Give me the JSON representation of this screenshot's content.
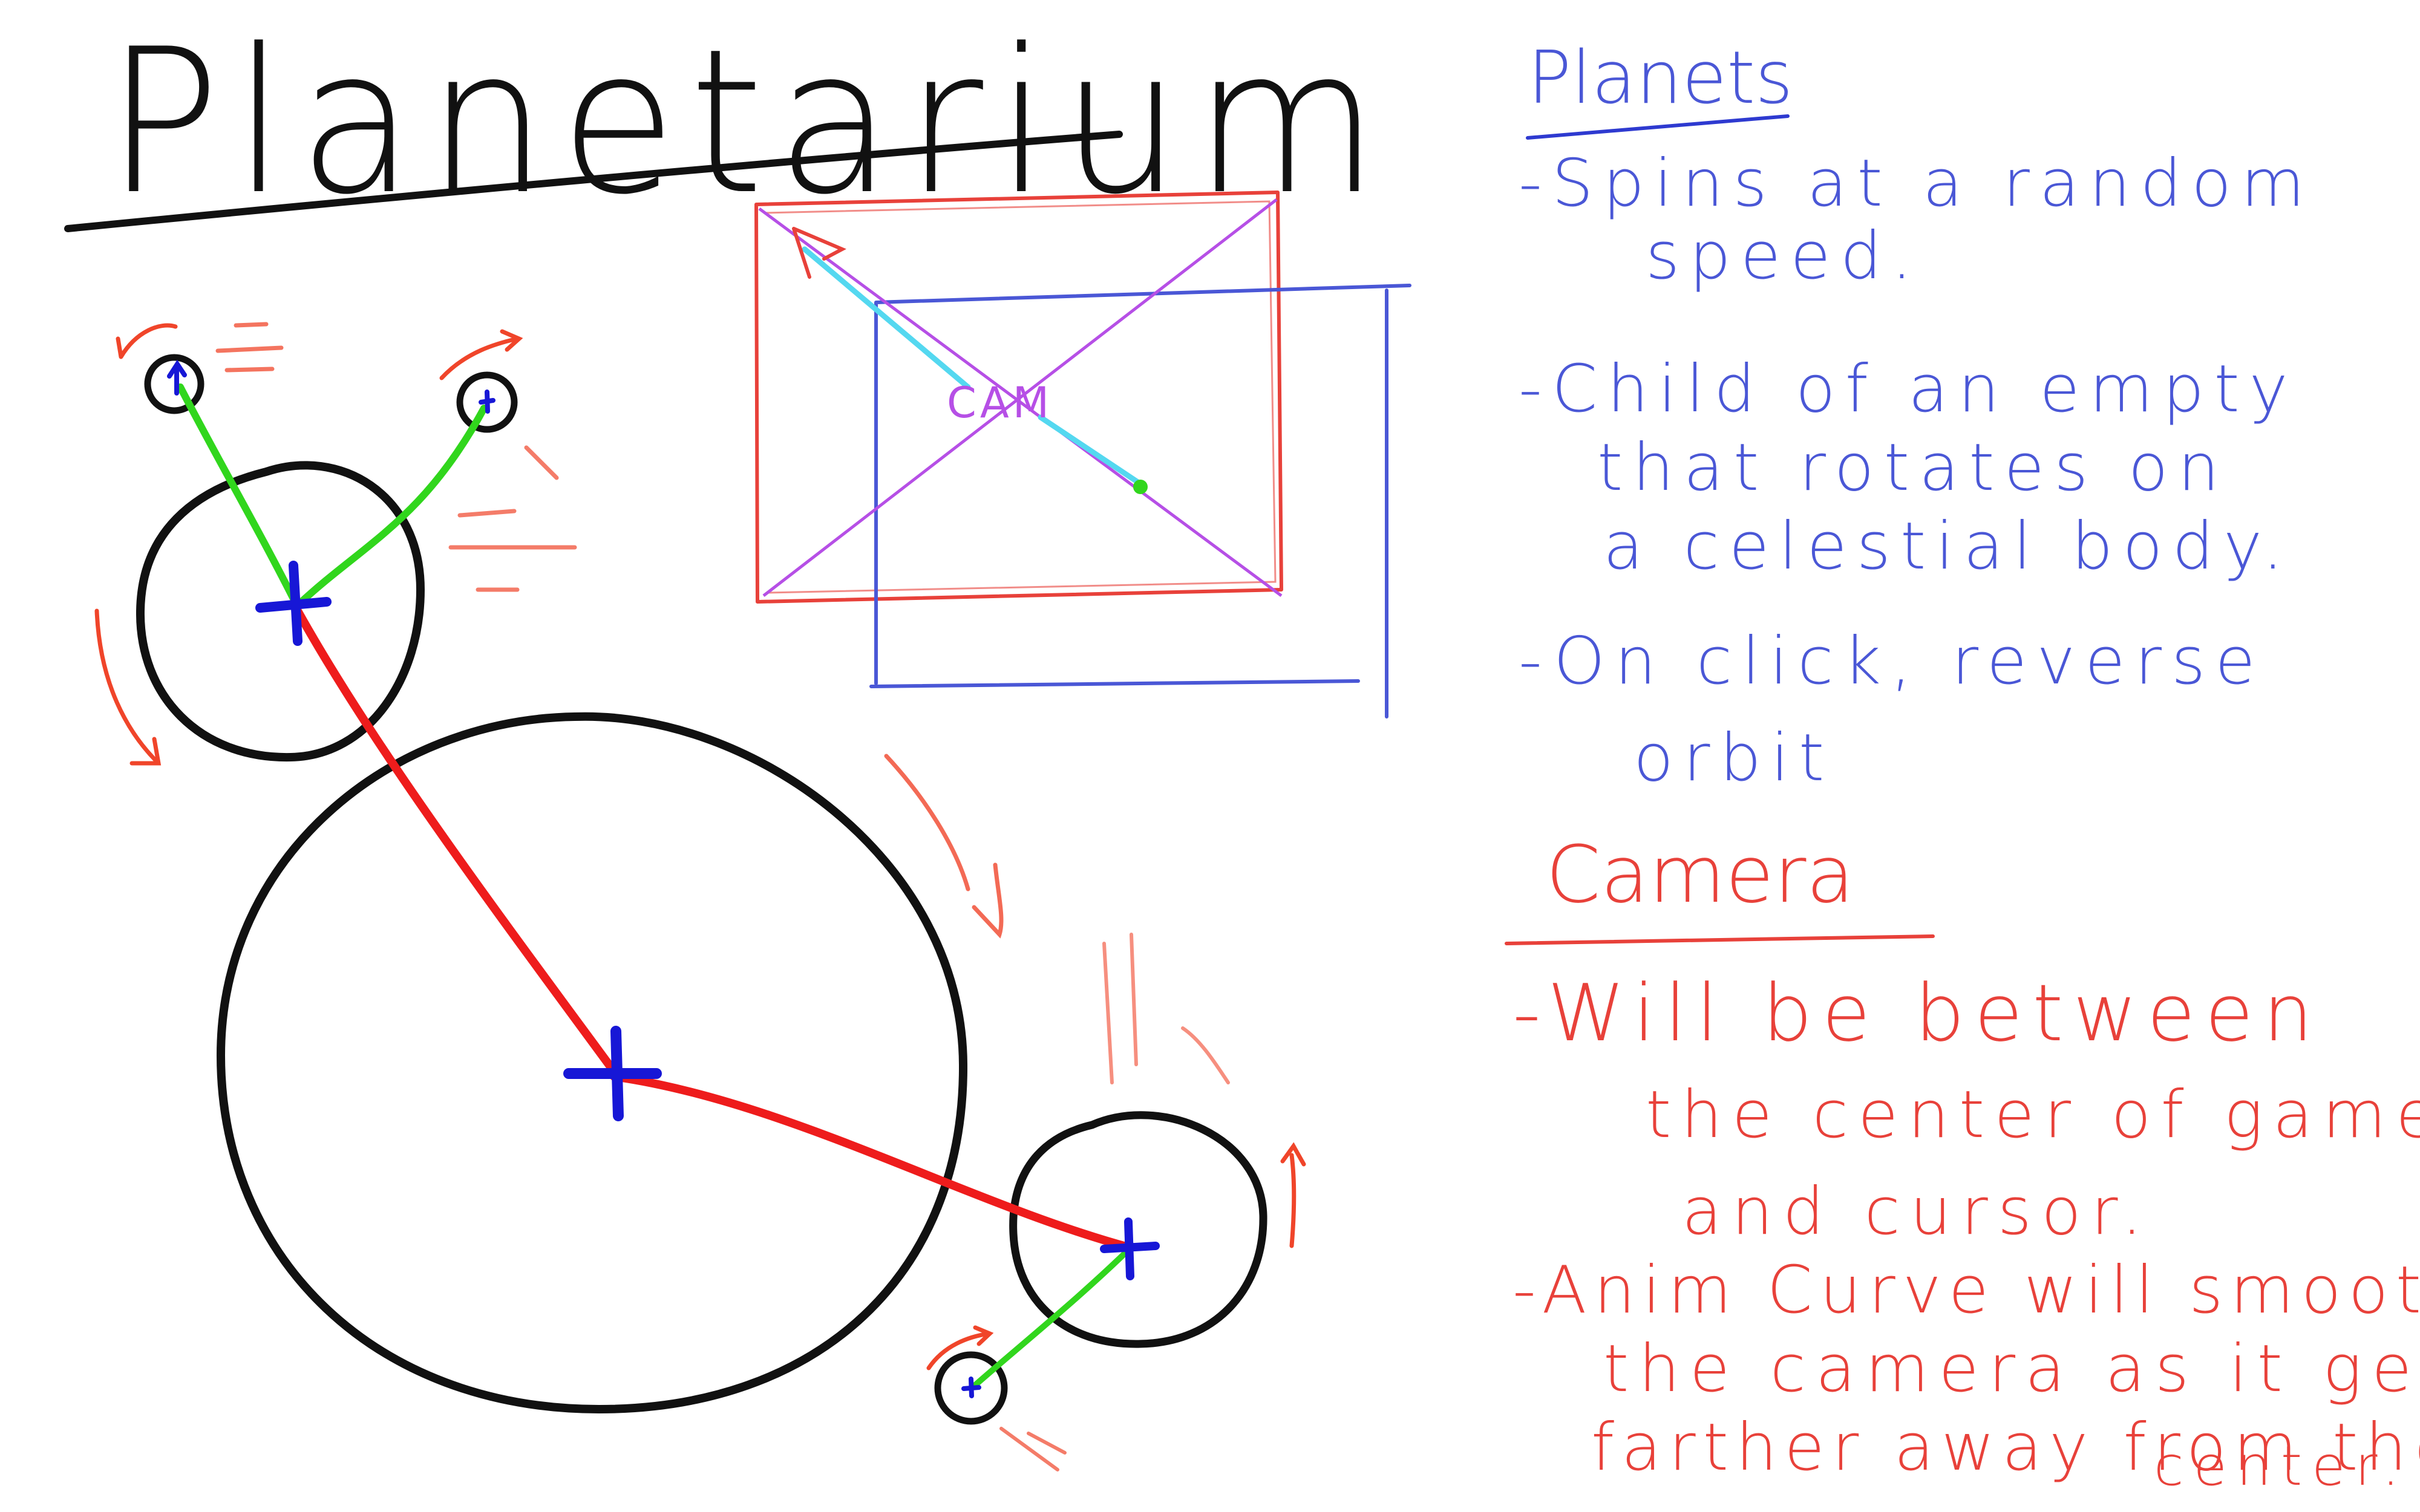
{
  "title": "Planetarium",
  "cam_label": "CAM",
  "planets_section": {
    "heading": "Planets",
    "lines": [
      "-Spins at a random",
      "speed.",
      "-Child of an empty",
      "that rotates on",
      "a celestial body.",
      "-On click, reverse",
      "orbit"
    ]
  },
  "camera_section": {
    "heading": "Camera",
    "lines": [
      "-Will be between",
      "the center of game",
      "and cursor.",
      "-Anim Curve will smooth",
      "the camera as it gets",
      "farther away from the",
      "center."
    ]
  },
  "colors": {
    "ink": "#111111",
    "orbit_link": "#ee1c1c",
    "moon_link": "#31d61d",
    "pivot": "#1717d6",
    "motion": "#f0452a",
    "planets_text": "#4a57d6",
    "camera_text": "#e8413a",
    "cam_frame_outer": "#e8413a",
    "cam_frame_inner": "#4a57d6",
    "cam_diagonals": "#b64fe6",
    "cam_vector": "#54d8f0"
  }
}
